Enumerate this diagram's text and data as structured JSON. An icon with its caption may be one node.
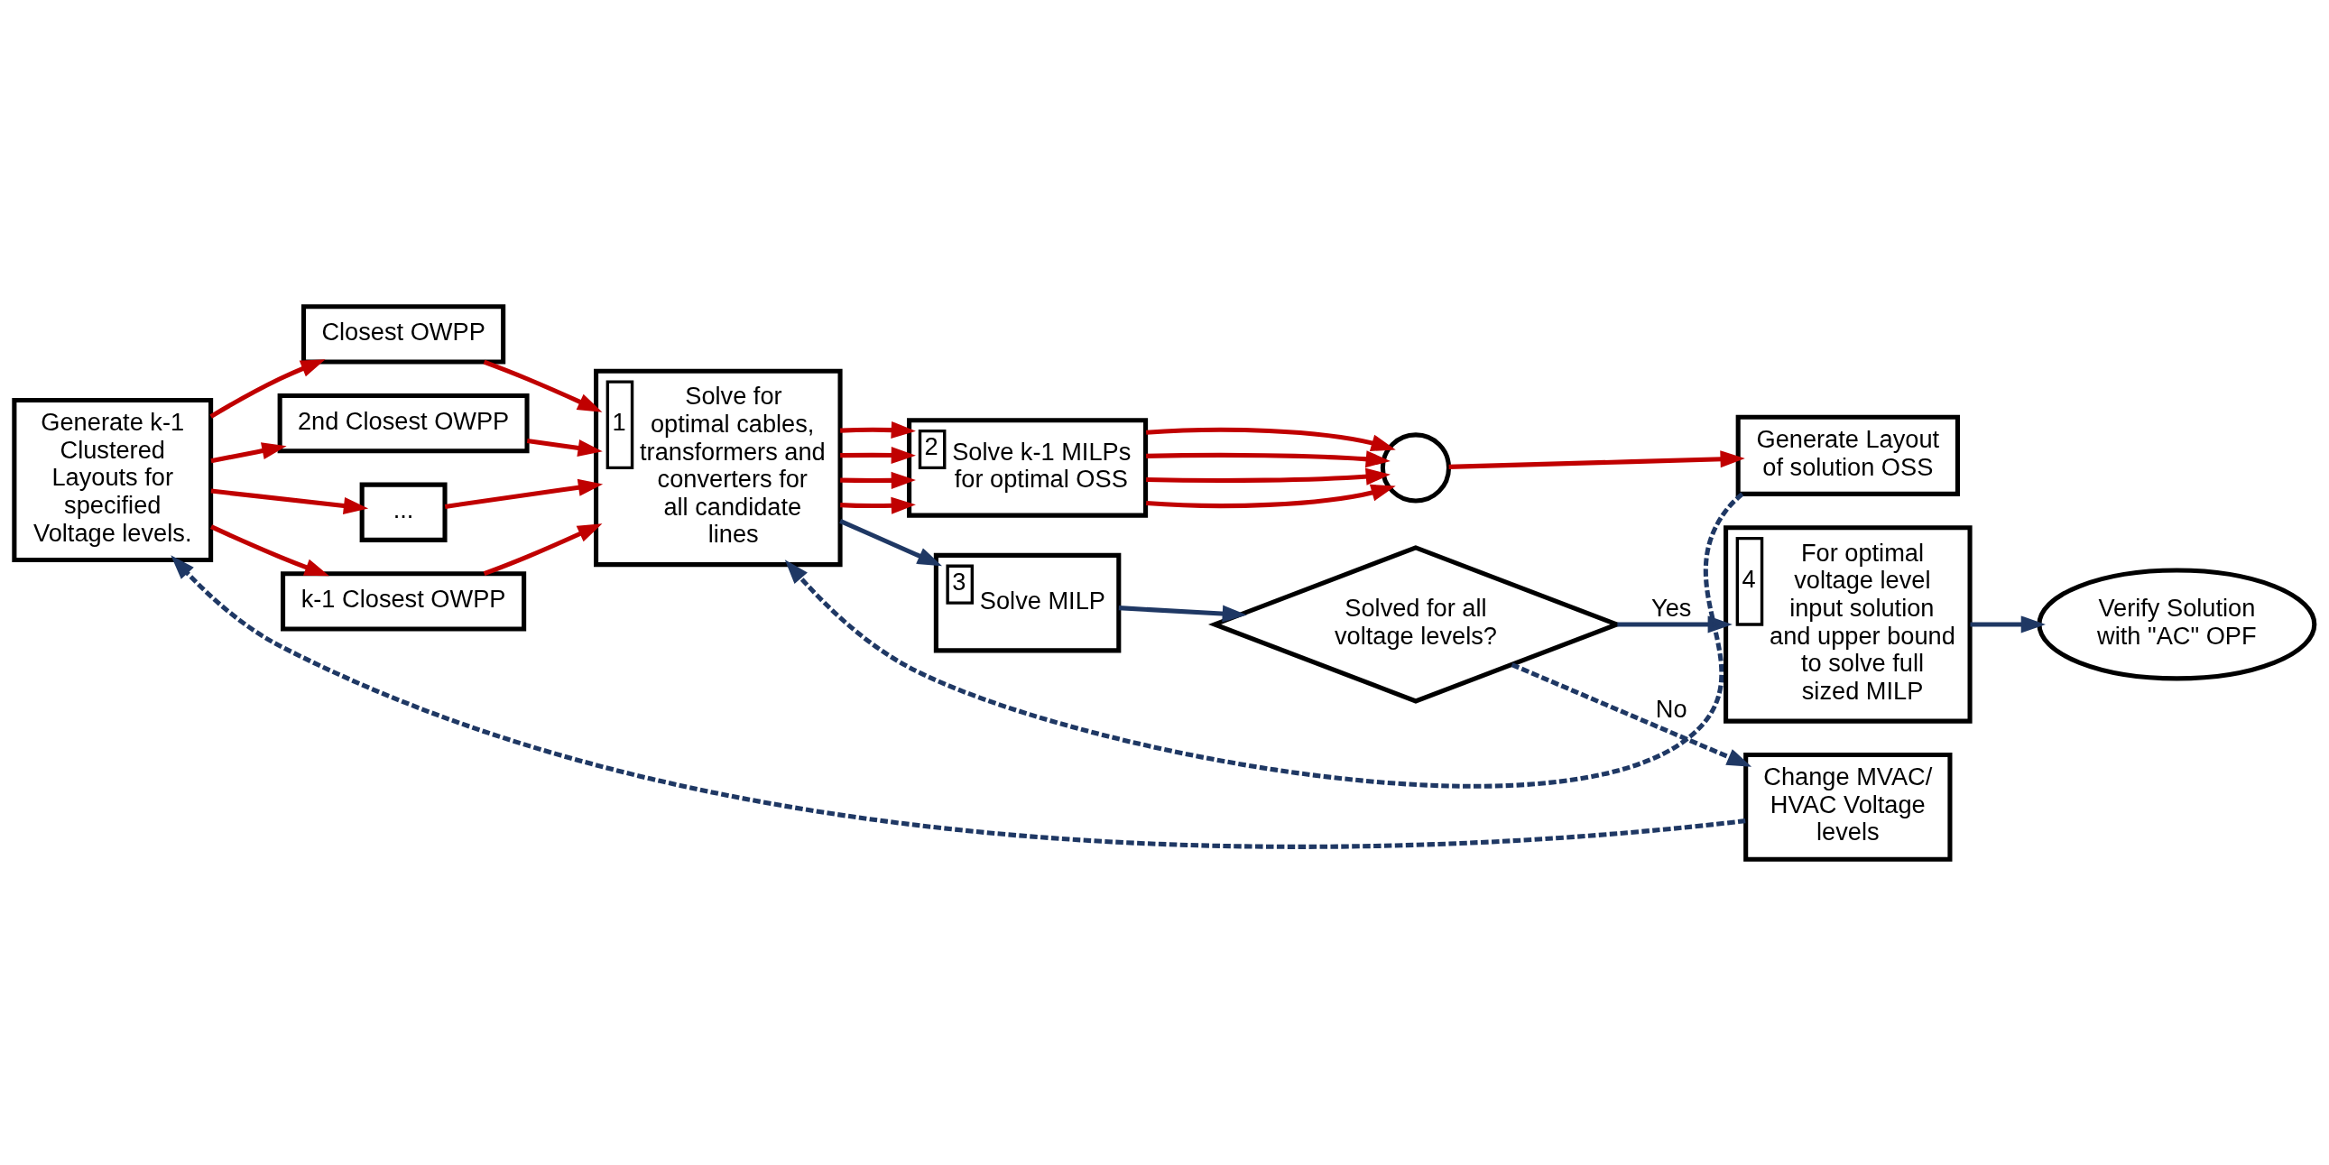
{
  "diagram": {
    "nodes": [
      {
        "text": [
          "Generate k-1 Clustered Layouts for specified Voltage levels."
        ]
      },
      {
        "text": [
          "Closest OWPP"
        ]
      },
      {
        "text": [
          "2nd Closest OWPP"
        ]
      },
      {
        "text": [
          "..."
        ]
      },
      {
        "text": [
          "k-1 Closest OWPP"
        ]
      },
      {
        "text": [
          "1",
          "Solve for optimal cables, transformers and converters for all candidate lines"
        ]
      },
      {
        "text": [
          "2",
          "Solve k-1 MILPs for optimal OSS"
        ]
      },
      {
        "text": [],
        "shape": "circle"
      },
      {
        "text": [
          "Generate Layout of solution OSS"
        ]
      },
      {
        "text": [
          "Verify Solution with \"AC\" OPF"
        ]
      },
      {
        "text": [
          "3",
          "Solve MILP"
        ]
      },
      {
        "text": [
          "Solved for all voltage levels?"
        ]
      },
      {
        "text": [
          "4",
          "For optimal voltage level input solution and upper bound to solve full sized MILP"
        ]
      },
      {
        "text": [
          "Change MVAC/ HVAC Voltage levels"
        ]
      }
    ],
    "edges": [
      {
        "from": 0,
        "to": 1,
        "arrow": "to"
      },
      {
        "from": 0,
        "to": 2,
        "arrow": "to"
      },
      {
        "from": 0,
        "to": 3,
        "arrow": "to"
      },
      {
        "from": 0,
        "to": 4,
        "arrow": "to"
      },
      {
        "from": 1,
        "to": 5,
        "arrow": "to"
      },
      {
        "from": 2,
        "to": 5,
        "arrow": "to"
      },
      {
        "from": 3,
        "to": 5,
        "arrow": "to"
      },
      {
        "from": 4,
        "to": 5,
        "arrow": "to"
      },
      {
        "from": 5,
        "to": 6,
        "arrow": "to"
      },
      {
        "from": 5,
        "to": 6,
        "arrow": "to"
      },
      {
        "from": 5,
        "to": 6,
        "arrow": "to"
      },
      {
        "from": 5,
        "to": 6,
        "arrow": "to"
      },
      {
        "from": 6,
        "to": 7,
        "arrow": "to"
      },
      {
        "from": 6,
        "to": 7,
        "arrow": "to"
      },
      {
        "from": 6,
        "to": 7,
        "arrow": "to"
      },
      {
        "from": 6,
        "to": 7,
        "arrow": "to"
      },
      {
        "from": 7,
        "to": 8,
        "arrow": "to"
      },
      {
        "from": 8,
        "to": 5,
        "arrow": "to",
        "style": "dashed",
        "color": "#1f3864"
      },
      {
        "from": 5,
        "to": 10,
        "arrow": "to",
        "color": "#1f3864"
      },
      {
        "from": 10,
        "to": 11,
        "arrow": "to",
        "color": "#1f3864"
      },
      {
        "from": 11,
        "to": 13,
        "arrow": "to",
        "label": "No",
        "style": "dashed",
        "color": "#1f3864"
      },
      {
        "from": 13,
        "to": 0,
        "arrow": "to",
        "style": "dashed",
        "color": "#1f3864"
      },
      {
        "from": 11,
        "to": 12,
        "arrow": "to",
        "label": "Yes",
        "color": "#1f3864"
      },
      {
        "from": 12,
        "to": 9,
        "arrow": "to",
        "color": "#1f3864"
      }
    ]
  }
}
